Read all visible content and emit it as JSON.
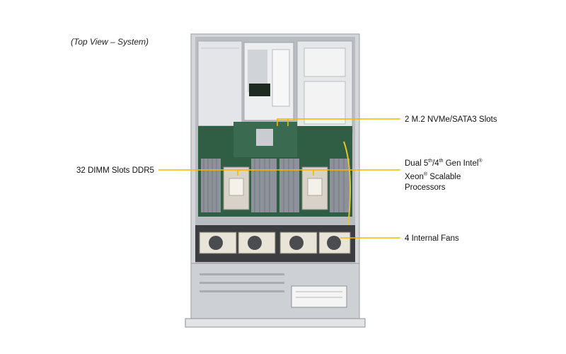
{
  "caption": "(Top View – System)",
  "labels": {
    "m2": "2 M.2 NVMe/SATA3 Slots",
    "dimm": "32 DIMM Slots DDR5",
    "cpu_line1_pre": "Dual 5",
    "cpu_sup1": "th",
    "cpu_line1_mid": "/4",
    "cpu_sup2": "th",
    "cpu_line1_post": " Gen Intel",
    "cpu_sup3": "®",
    "cpu_line2_pre": "Xeon",
    "cpu_sup4": "®",
    "cpu_line2_post": " Scalable",
    "cpu_line3": "Processors",
    "fans": "4 Internal  Fans"
  },
  "colors": {
    "callout": "#f5b800",
    "chassis": "#cfd2d6",
    "board": "#2f5e45",
    "dimm": "#8d929a",
    "heatsink": "#d9d2c8",
    "fan_body": "#e8e4d8"
  }
}
